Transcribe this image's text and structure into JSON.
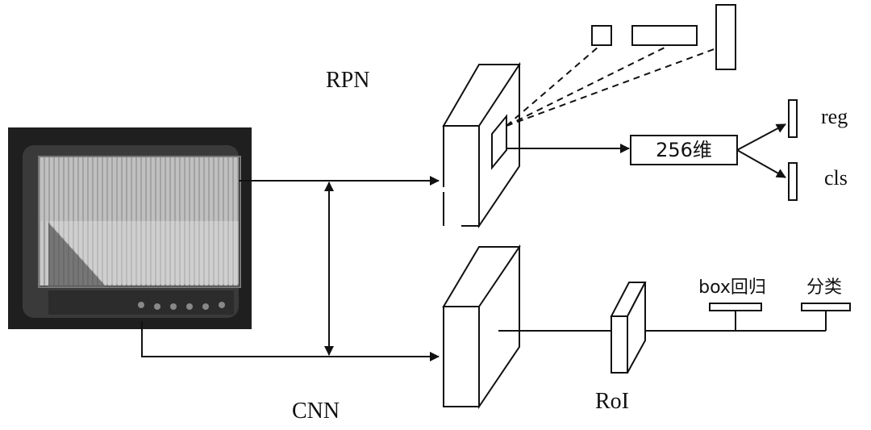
{
  "labels": {
    "rpn": "RPN",
    "cnn": "CNN",
    "roi": "RoI",
    "dim256": "256维",
    "reg": "reg",
    "cls": "cls",
    "box_regression": "box回归",
    "classification": "分类"
  },
  "colors": {
    "line": "#111111",
    "box_fill": "#ffffff",
    "photo_dark": "#2b2b2b"
  },
  "icons": {
    "input_image": "battery-cell-photo"
  }
}
